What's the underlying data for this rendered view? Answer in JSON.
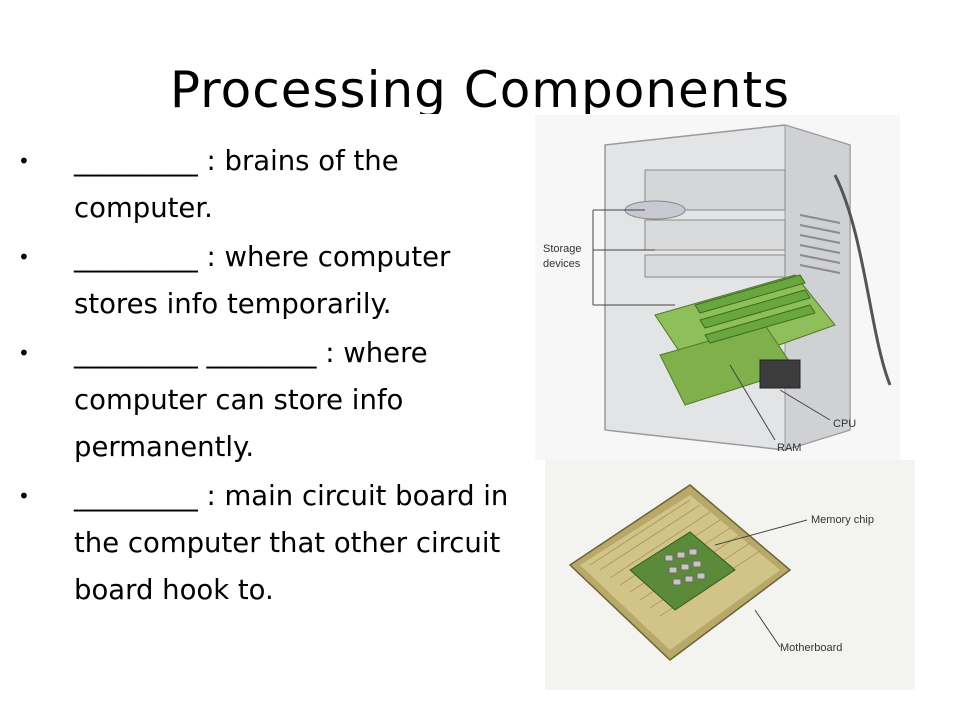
{
  "slide": {
    "title": "Processing Components",
    "bullets": [
      {
        "text": "_________ : brains of the computer."
      },
      {
        "text": "_________ : where computer stores info temporarily."
      },
      {
        "text": "_________ ________ : where computer can store info permanently."
      },
      {
        "text": "_________ : main circuit board in the computer that other circuit board hook to."
      }
    ]
  },
  "figure_computer": {
    "labels": {
      "storage_line1": "Storage",
      "storage_line2": "devices",
      "cpu": "CPU",
      "ram": "RAM"
    }
  },
  "figure_chip": {
    "labels": {
      "memory_chip": "Memory chip",
      "motherboard": "Motherboard"
    }
  }
}
